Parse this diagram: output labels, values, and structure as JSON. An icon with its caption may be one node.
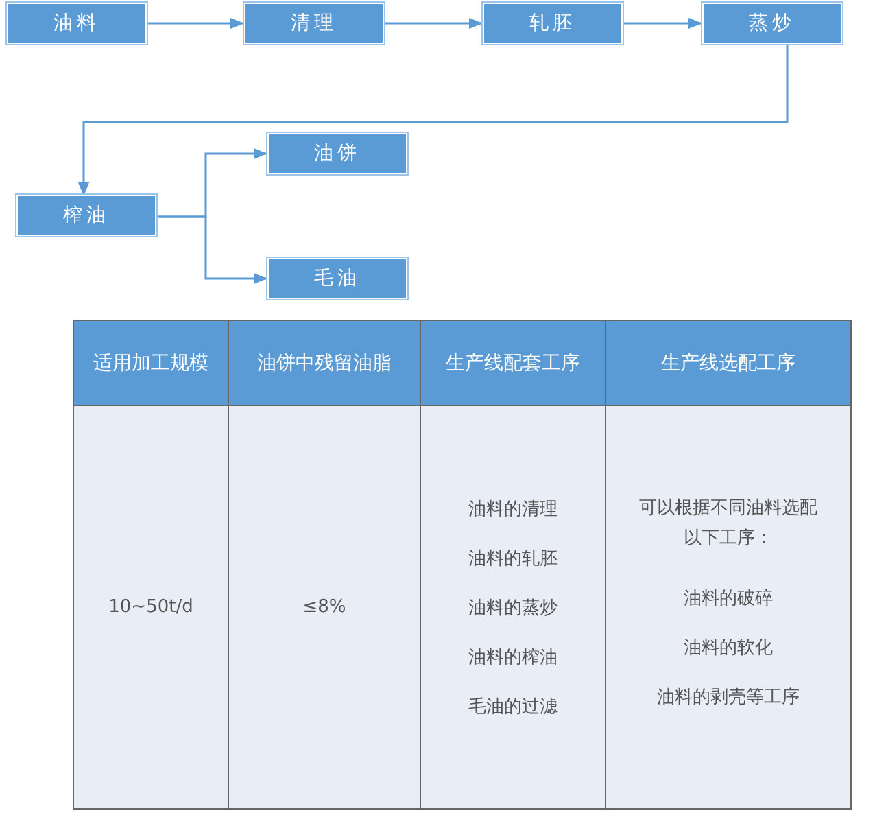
{
  "diagram": {
    "nodes": [
      {
        "text": [
          "油料"
        ]
      },
      {
        "text": [
          "清理"
        ]
      },
      {
        "text": [
          "轧胚"
        ]
      },
      {
        "text": [
          "蒸炒"
        ]
      },
      {
        "text": [
          "榨油"
        ]
      },
      {
        "text": [
          "油饼"
        ]
      },
      {
        "text": [
          "毛油"
        ]
      }
    ],
    "edges": [
      {
        "from": 0,
        "to": 1,
        "arrow": "to"
      },
      {
        "from": 1,
        "to": 2,
        "arrow": "to"
      },
      {
        "from": 2,
        "to": 3,
        "arrow": "to"
      },
      {
        "from": 3,
        "to": 4,
        "arrow": "to"
      },
      {
        "from": 4,
        "to": 5,
        "arrow": "to"
      },
      {
        "from": 4,
        "to": 6,
        "arrow": "to"
      }
    ],
    "labels": [
      "适用加工规模",
      "油饼中残留油脂",
      "生产线配套工序",
      "生产线选配工序",
      "10~50t/d",
      "≤8%",
      "油料的清理",
      "油料的轧胚",
      "油料的蒸炒",
      "油料的榨油",
      "毛油的过滤",
      "可以根据不同油料选配以下工序：",
      "油料的破碎",
      "油料的软化",
      "油料的剥壳等工序"
    ]
  }
}
